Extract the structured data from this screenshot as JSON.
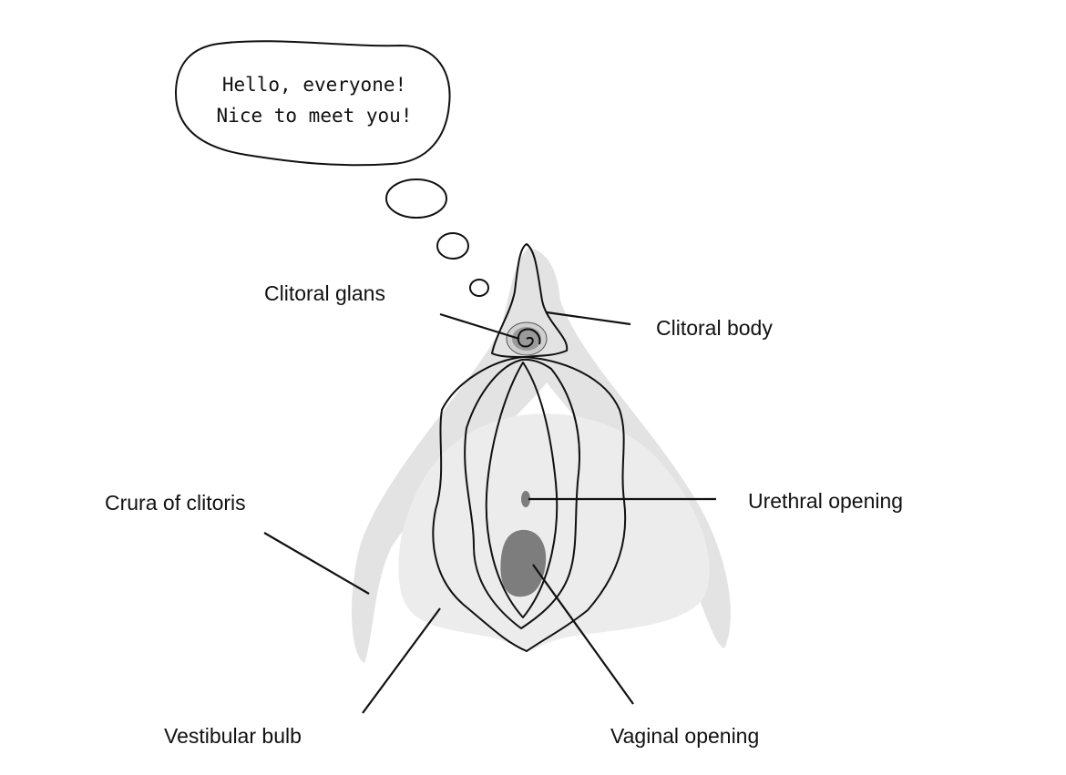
{
  "speech_bubble": {
    "line1": "Hello, everyone!",
    "line2": "Nice to meet you!"
  },
  "labels": {
    "clitoral_glans": "Clitoral glans",
    "clitoral_body": "Clitoral body",
    "crura": "Crura of clitoris",
    "urethral_opening": "Urethral opening",
    "vestibular_bulb": "Vestibular bulb",
    "vaginal_opening": "Vaginal opening"
  },
  "colors": {
    "crura_fill": "#e3e3e3",
    "bulb_fill": "#ededed",
    "opening_fill": "#7d7d7d",
    "line": "#111111"
  }
}
